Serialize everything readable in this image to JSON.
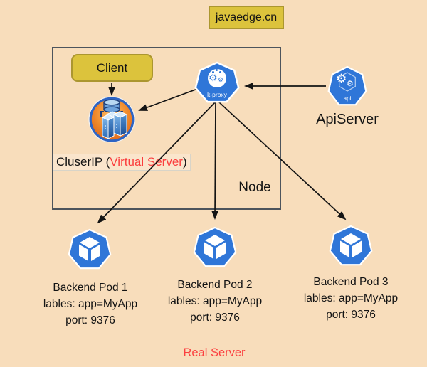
{
  "colors": {
    "background": "#f8ddbb",
    "yellow_fill": "#dcc33c",
    "yellow_border": "#ab962f",
    "kubernetes_blue": "#2f76d8",
    "red_text": "#fb3e3e",
    "arrow_line": "#141414",
    "node_border": "#4d545c"
  },
  "glyphs": {
    "gear": "⚙"
  },
  "banner": {
    "label": "javaedge.cn"
  },
  "node": {
    "label": "Node"
  },
  "client": {
    "label": "Client"
  },
  "clusterip": {
    "prefix": "CluserIP (",
    "highlight": "Virtual Server",
    "suffix": ")"
  },
  "kproxy": {
    "label": "k-proxy"
  },
  "apiserver": {
    "icon_label": "api",
    "title": "ApiServer"
  },
  "pods": [
    {
      "name": "Backend Pod 1",
      "labels_line": "lables: app=MyApp",
      "port_line": "port: 9376"
    },
    {
      "name": "Backend Pod 2",
      "labels_line": "lables: app=MyApp",
      "port_line": "port: 9376"
    },
    {
      "name": "Backend Pod 3",
      "labels_line": "lables: app=MyApp",
      "port_line": "port: 9376"
    }
  ],
  "footer": {
    "label": "Real Server"
  }
}
